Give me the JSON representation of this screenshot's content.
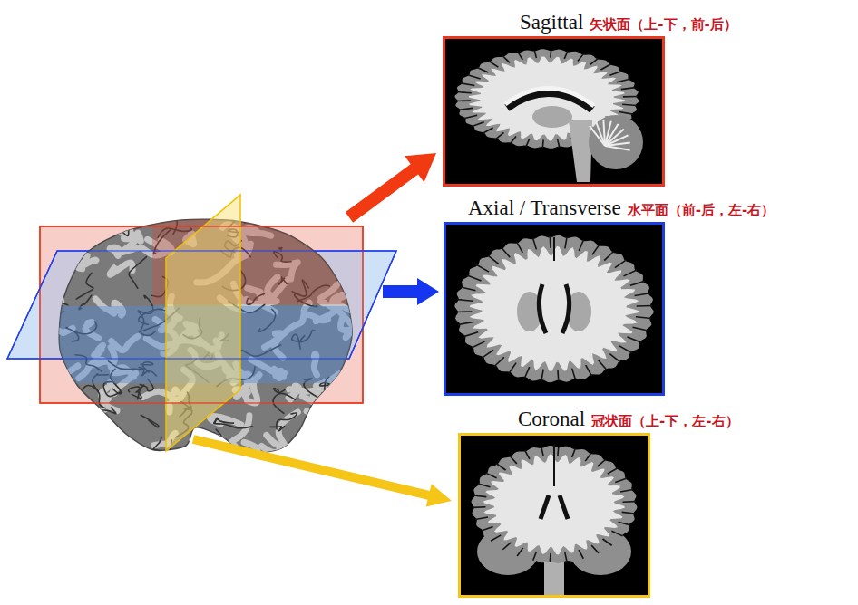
{
  "diagram": {
    "nodes": [
      {
        "text": [
          "Sagittal",
          "矢状面（上-下，前-后）"
        ]
      },
      {
        "text": [
          "Axial / Transverse",
          "水平面（前-后，左-右）"
        ]
      },
      {
        "text": [
          "Coronal",
          "冠状面（上-下，左-右）"
        ]
      }
    ]
  }
}
